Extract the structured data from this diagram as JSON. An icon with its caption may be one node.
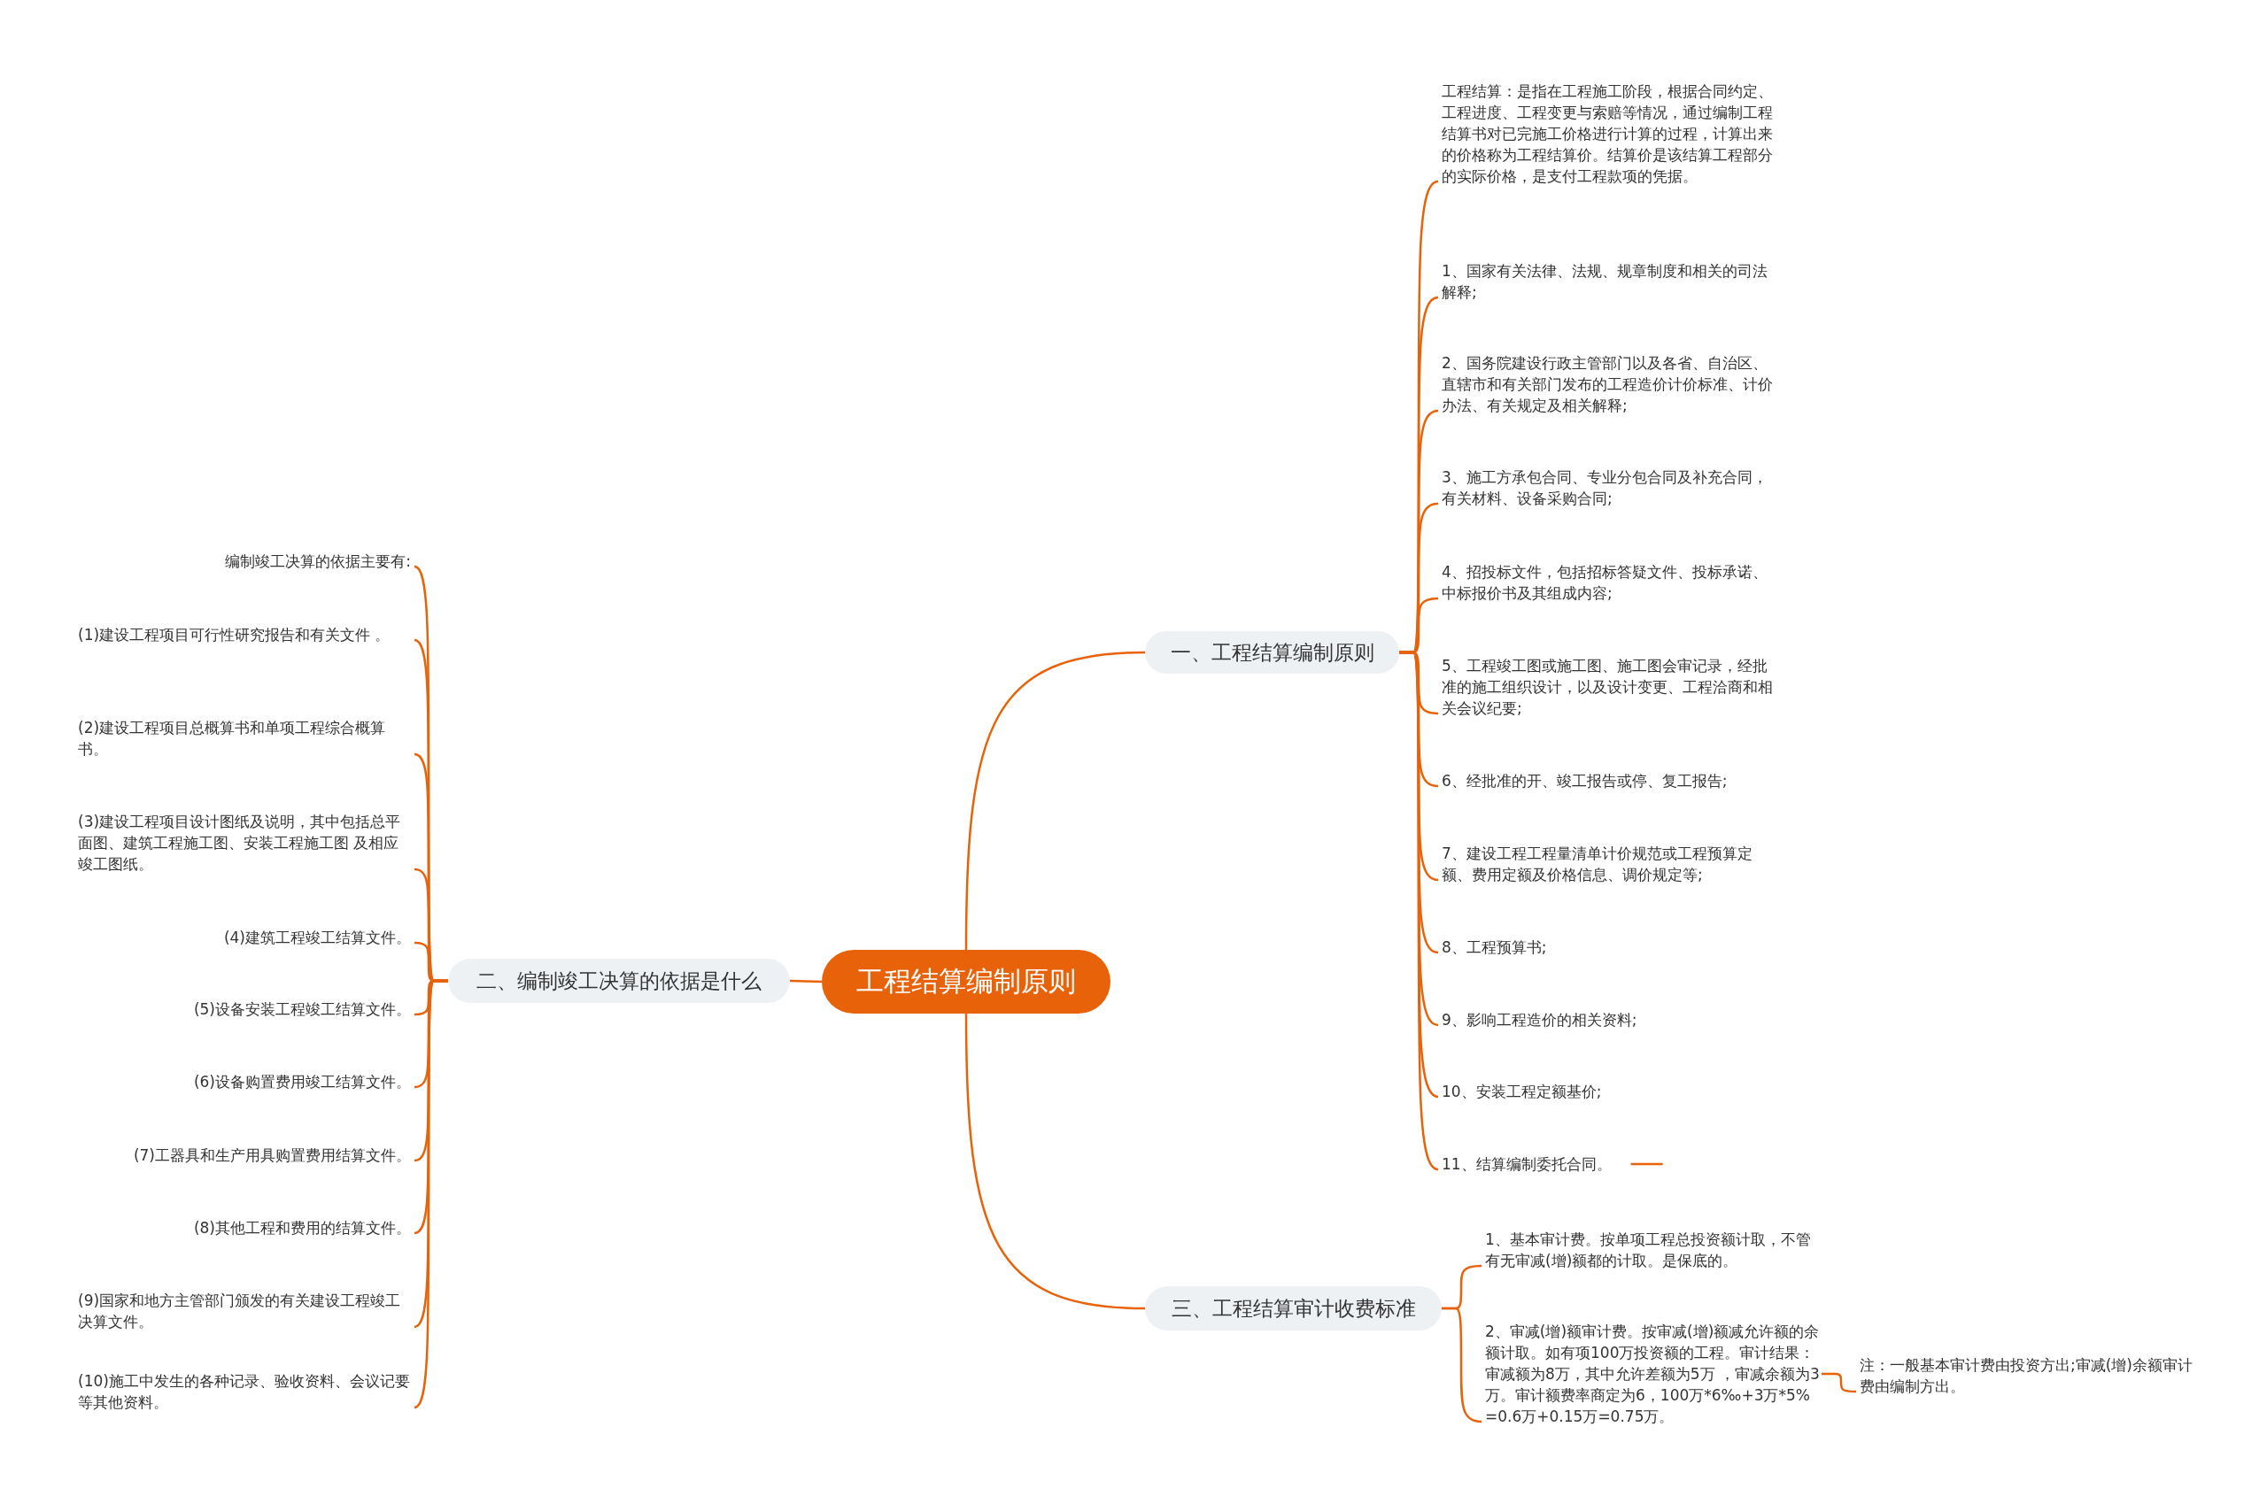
{
  "diagram": {
    "nodes": [
      {
        "text": [
          "工程结算编制原则"
        ]
      },
      {
        "text": [
          "一、工程结算编制原则"
        ]
      },
      {
        "text": [
          "工程结算：是指在工程施工阶段，根据合同约定、工程进度、工程变更与索赔等情况，通过编制工程结算书对已完施工价格进行计算的过程，计算出来的价格称为工程结算价。结算价是该结算工程部分的实际价格，是支付工程款项的凭据。"
        ]
      },
      {
        "text": [
          "1、国家有关法律、法规、规章制度和相关的司法解释;"
        ]
      },
      {
        "text": [
          "2、国务院建设行政主管部门以及各省、自治区、直辖市和有关部门发布的工程造价计价标准、计价办法、有关规定及相关解释;"
        ]
      },
      {
        "text": [
          "3、施工方承包合同、专业分包合同及补充合同，有关材料、设备采购合同;"
        ]
      },
      {
        "text": [
          "4、招投标文件，包括招标答疑文件、投标承诺、中标报价书及其组成内容;"
        ]
      },
      {
        "text": [
          "5、工程竣工图或施工图、施工图会审记录，经批准的施工组织设计，以及设计变更、工程洽商和相关会议纪要;"
        ]
      },
      {
        "text": [
          "6、经批准的开、竣工报告或停、复工报告;"
        ]
      },
      {
        "text": [
          "7、建设工程工程量清单计价规范或工程预算定额、费用定额及价格信息、调价规定等;"
        ]
      },
      {
        "text": [
          "8、工程预算书;"
        ]
      },
      {
        "text": [
          "9、影响工程造价的相关资料;"
        ]
      },
      {
        "text": [
          "10、安装工程定额基价;"
        ]
      },
      {
        "text": [
          "11、结算编制委托合同。"
        ]
      },
      {
        "text": [
          "二、编制竣工决算的依据是什么"
        ]
      },
      {
        "text": [
          "编制竣工决算的依据主要有:"
        ]
      },
      {
        "text": [
          "(1)建设工程项目可行性研究报告和有关文件 。"
        ]
      },
      {
        "text": [
          "(2)建设工程项目总概算书和单项工程综合概算书。"
        ]
      },
      {
        "text": [
          "(3)建设工程项目设计图纸及说明，其中包括总平面图、建筑工程施工图、安装工程施工图 及相应竣工图纸。"
        ]
      },
      {
        "text": [
          "(4)建筑工程竣工结算文件。"
        ]
      },
      {
        "text": [
          "(5)设备安装工程竣工结算文件。"
        ]
      },
      {
        "text": [
          "(6)设备购置费用竣工结算文件。"
        ]
      },
      {
        "text": [
          "(7)工器具和生产用具购置费用结算文件。"
        ]
      },
      {
        "text": [
          "(8)其他工程和费用的结算文件。"
        ]
      },
      {
        "text": [
          "(9)国家和地方主管部门颁发的有关建设工程竣工决算文件。"
        ]
      },
      {
        "text": [
          "(10)施工中发生的各种记录、验收资料、会议记要等其他资料。"
        ]
      },
      {
        "text": [
          "三、工程结算审计收费标准"
        ]
      },
      {
        "text": [
          "1、基本审计费。按单项工程总投资额计取，不管有无审减(增)额都的计取。是保底的。"
        ]
      },
      {
        "text": [
          "2、审减(增)额审计费。按审减(增)额减允许额的余额计取。如有项100万投资额的工程。审计结果：审减额为8万，其中允许差额为5万 ，审减余额为3万。审计额费率商定为6，100万*6‰+3万*5%=0.6万+0.15万=0.75万。"
        ]
      },
      {
        "text": [
          "注：一般基本审计费由投资方出;审减(增)余额审计费由编制方出。"
        ]
      }
    ],
    "edges": [
      {
        "from": 0,
        "to": 1,
        "arrow": "none"
      },
      {
        "from": 1,
        "to": 2,
        "arrow": "none"
      },
      {
        "from": 1,
        "to": 3,
        "arrow": "none"
      },
      {
        "from": 1,
        "to": 4,
        "arrow": "none"
      },
      {
        "from": 1,
        "to": 5,
        "arrow": "none"
      },
      {
        "from": 1,
        "to": 6,
        "arrow": "none"
      },
      {
        "from": 1,
        "to": 7,
        "arrow": "none"
      },
      {
        "from": 1,
        "to": 8,
        "arrow": "none"
      },
      {
        "from": 1,
        "to": 9,
        "arrow": "none"
      },
      {
        "from": 1,
        "to": 10,
        "arrow": "none"
      },
      {
        "from": 1,
        "to": 11,
        "arrow": "none"
      },
      {
        "from": 1,
        "to": 12,
        "arrow": "none"
      },
      {
        "from": 1,
        "to": 13,
        "arrow": "none"
      },
      {
        "from": 13,
        "to": null,
        "arrow": "none"
      },
      {
        "from": 0,
        "to": 14,
        "arrow": "none"
      },
      {
        "from": 14,
        "to": 15,
        "arrow": "none"
      },
      {
        "from": 14,
        "to": 16,
        "arrow": "none"
      },
      {
        "from": 14,
        "to": 17,
        "arrow": "none"
      },
      {
        "from": 14,
        "to": 18,
        "arrow": "none"
      },
      {
        "from": 14,
        "to": 19,
        "arrow": "none"
      },
      {
        "from": 14,
        "to": 20,
        "arrow": "none"
      },
      {
        "from": 14,
        "to": 21,
        "arrow": "none"
      },
      {
        "from": 14,
        "to": 22,
        "arrow": "none"
      },
      {
        "from": 14,
        "to": 23,
        "arrow": "none"
      },
      {
        "from": 14,
        "to": 24,
        "arrow": "none"
      },
      {
        "from": 14,
        "to": 25,
        "arrow": "none"
      },
      {
        "from": 0,
        "to": 26,
        "arrow": "none"
      },
      {
        "from": 26,
        "to": 27,
        "arrow": "none"
      },
      {
        "from": 26,
        "to": 28,
        "arrow": "none"
      },
      {
        "from": 28,
        "to": 29,
        "arrow": "none"
      }
    ]
  }
}
